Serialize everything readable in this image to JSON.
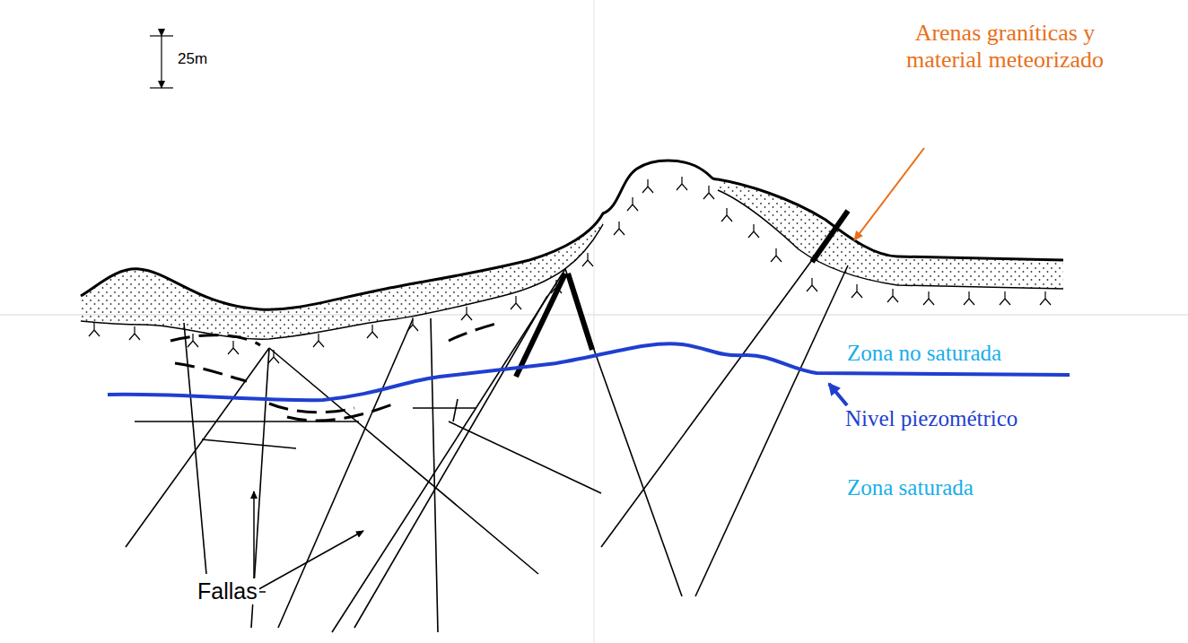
{
  "diagram": {
    "labels": [
      "Arenas graníticas y material meteorizado",
      "25m",
      "Zona no saturada",
      "Nivel piezométrico",
      "Zona saturada",
      "Fallas"
    ]
  }
}
